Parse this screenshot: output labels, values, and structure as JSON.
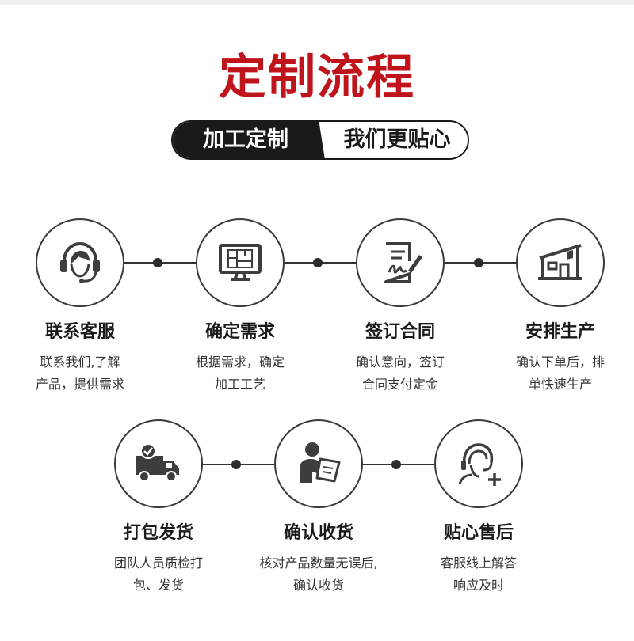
{
  "header": {
    "title": "定制流程",
    "badge_left": "加工定制",
    "badge_right": "我们更贴心"
  },
  "colors": {
    "title_red": "#c0141c",
    "dark": "#1a1a1a",
    "icon_gray": "#3d3d3d"
  },
  "steps": [
    {
      "title": "联系客服",
      "desc_line1": "联系我们,了解",
      "desc_line2": "产品，提供需求",
      "icon": "headset-agent-icon"
    },
    {
      "title": "确定需求",
      "desc_line1": "根据需求，确定",
      "desc_line2": "加工工艺",
      "icon": "monitor-blueprint-icon"
    },
    {
      "title": "签订合同",
      "desc_line1": "确认意向，签订",
      "desc_line2": "合同支付定金",
      "icon": "contract-sign-icon"
    },
    {
      "title": "安排生产",
      "desc_line1": "确认下单后，排",
      "desc_line2": "单快速生产",
      "icon": "factory-icon"
    },
    {
      "title": "打包发货",
      "desc_line1": "团队人员质检打",
      "desc_line2": "包、发货",
      "icon": "delivery-truck-icon"
    },
    {
      "title": "确认收货",
      "desc_line1": "核对产品数量无误后,",
      "desc_line2": "确认收货",
      "icon": "person-checking-icon"
    },
    {
      "title": "贴心售后",
      "desc_line1": "客服线上解答",
      "desc_line2": "响应及时",
      "icon": "after-sales-support-icon"
    }
  ]
}
